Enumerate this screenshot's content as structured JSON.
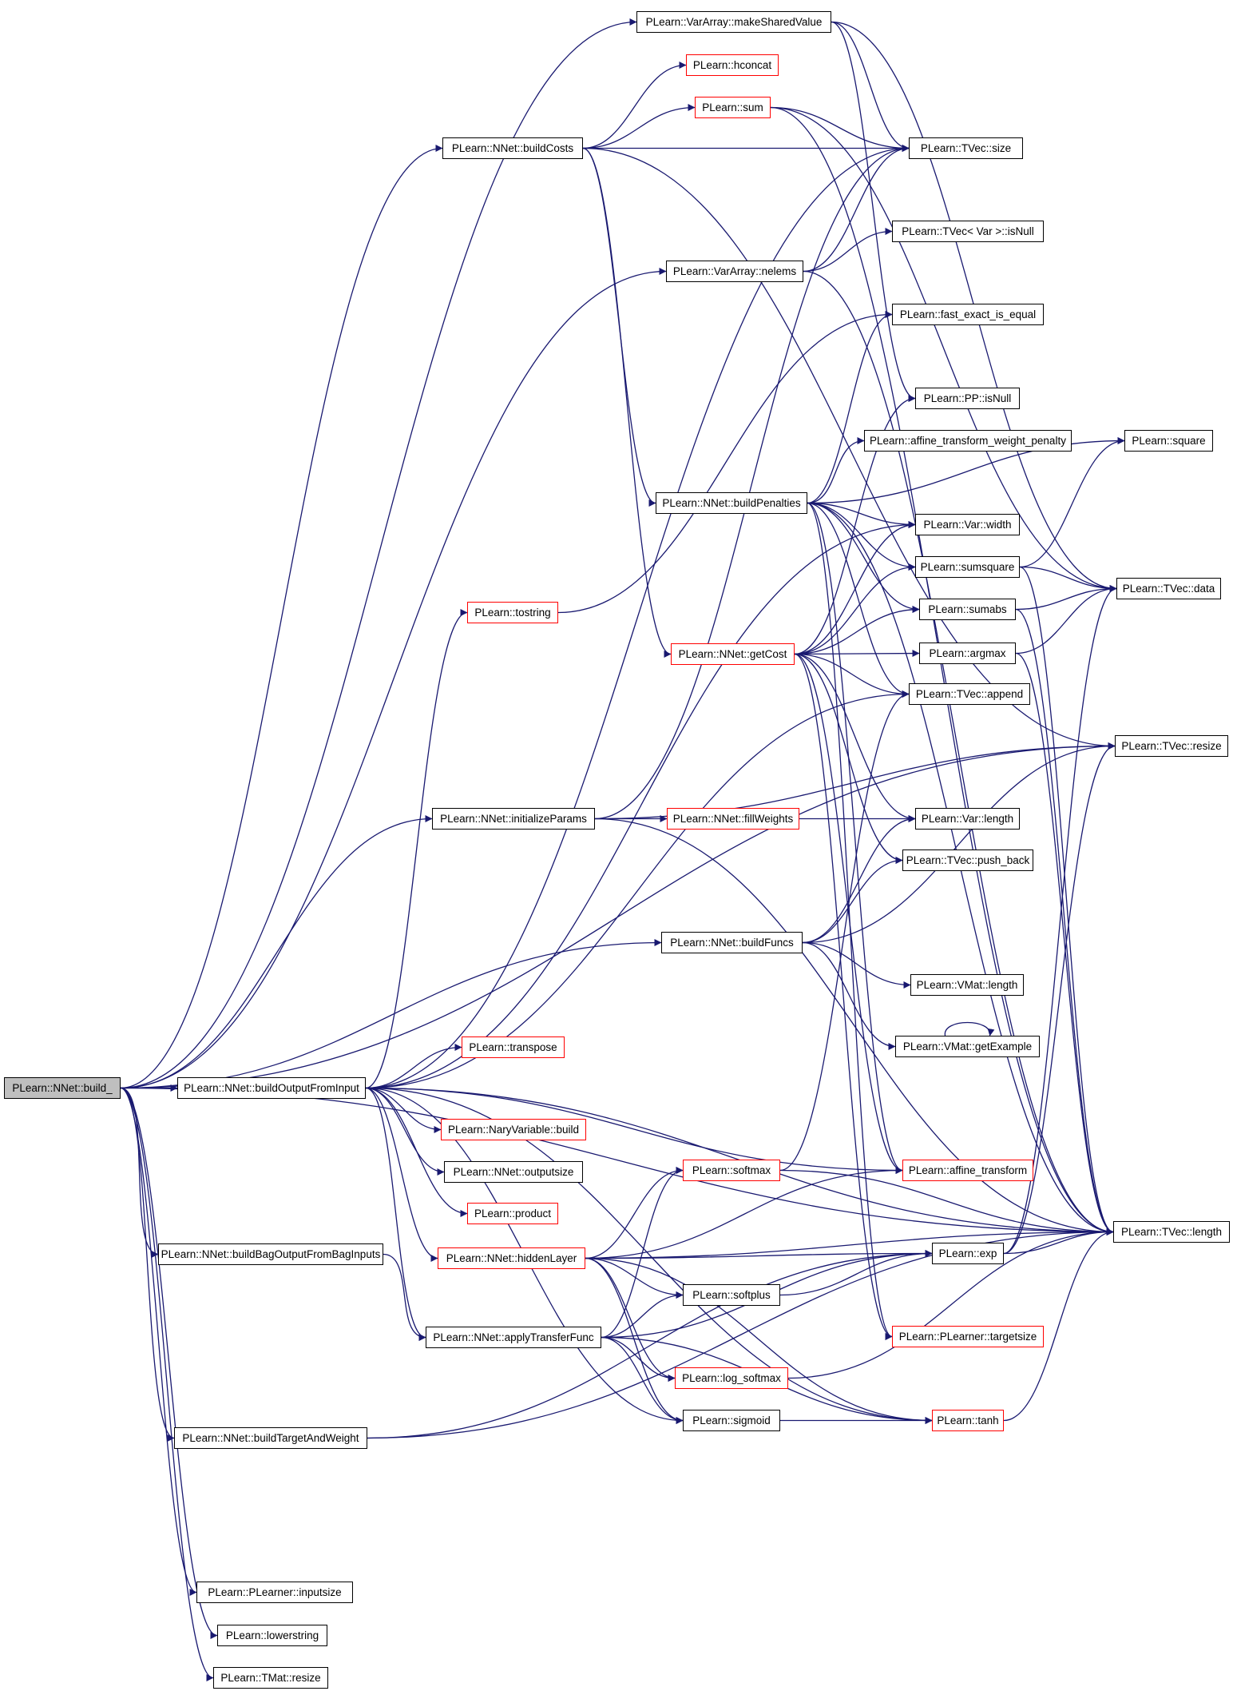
{
  "colors": {
    "edge": "#191970",
    "box_border": "#000000",
    "box_border_documented_elsewhere": "#ff0000",
    "root_fill": "#bfbfbf"
  },
  "nodes": {
    "build": {
      "label": "PLearn::NNet::build_",
      "style": "root"
    },
    "makeSharedValue": {
      "label": "PLearn::VarArray::makeSharedValue",
      "style": "black"
    },
    "hconcat": {
      "label": "PLearn::hconcat",
      "style": "red"
    },
    "sum": {
      "label": "PLearn::sum",
      "style": "red"
    },
    "buildCosts": {
      "label": "PLearn::NNet::buildCosts",
      "style": "black"
    },
    "tvecSize": {
      "label": "PLearn::TVec::size",
      "style": "black"
    },
    "tvecIsNull": {
      "label": "PLearn::TVec< Var >::isNull",
      "style": "black"
    },
    "nelems": {
      "label": "PLearn::VarArray::nelems",
      "style": "black"
    },
    "fastExact": {
      "label": "PLearn::fast_exact_is_equal",
      "style": "black"
    },
    "ppIsNull": {
      "label": "PLearn::PP::isNull",
      "style": "black"
    },
    "square": {
      "label": "PLearn::square",
      "style": "black"
    },
    "affWeightPen": {
      "label": "PLearn::affine_transform_weight_penalty",
      "style": "black"
    },
    "buildPenalties": {
      "label": "PLearn::NNet::buildPenalties",
      "style": "black"
    },
    "varWidth": {
      "label": "PLearn::Var::width",
      "style": "black"
    },
    "sumsquare": {
      "label": "PLearn::sumsquare",
      "style": "black"
    },
    "tvecData": {
      "label": "PLearn::TVec::data",
      "style": "black"
    },
    "sumabs": {
      "label": "PLearn::sumabs",
      "style": "black"
    },
    "tostring": {
      "label": "PLearn::tostring",
      "style": "red"
    },
    "getCost": {
      "label": "PLearn::NNet::getCost",
      "style": "red"
    },
    "argmax": {
      "label": "PLearn::argmax",
      "style": "black"
    },
    "tvecAppend": {
      "label": "PLearn::TVec::append",
      "style": "black"
    },
    "tvecResize": {
      "label": "PLearn::TVec::resize",
      "style": "black"
    },
    "initializeParams": {
      "label": "PLearn::NNet::initializeParams",
      "style": "black"
    },
    "fillWeights": {
      "label": "PLearn::NNet::fillWeights",
      "style": "red"
    },
    "varLength": {
      "label": "PLearn::Var::length",
      "style": "black"
    },
    "pushBack": {
      "label": "PLearn::TVec::push_back",
      "style": "black"
    },
    "buildFuncs": {
      "label": "PLearn::NNet::buildFuncs",
      "style": "black"
    },
    "vmatLength": {
      "label": "PLearn::VMat::length",
      "style": "black"
    },
    "getExample": {
      "label": "PLearn::VMat::getExample",
      "style": "black"
    },
    "transpose": {
      "label": "PLearn::transpose",
      "style": "red"
    },
    "buildOutput": {
      "label": "PLearn::NNet::buildOutputFromInput",
      "style": "black"
    },
    "naryBuild": {
      "label": "PLearn::NaryVariable::build",
      "style": "red"
    },
    "outputsize": {
      "label": "PLearn::NNet::outputsize",
      "style": "black"
    },
    "softmax": {
      "label": "PLearn::softmax",
      "style": "red"
    },
    "affineTransform": {
      "label": "PLearn::affine_transform",
      "style": "red"
    },
    "product": {
      "label": "PLearn::product",
      "style": "red"
    },
    "tvecLength": {
      "label": "PLearn::TVec::length",
      "style": "black"
    },
    "bagOutput": {
      "label": "PLearn::NNet::buildBagOutputFromBagInputs",
      "style": "black"
    },
    "hiddenLayer": {
      "label": "PLearn::NNet::hiddenLayer",
      "style": "red"
    },
    "exp": {
      "label": "PLearn::exp",
      "style": "black"
    },
    "softplus": {
      "label": "PLearn::softplus",
      "style": "black"
    },
    "applyTransfer": {
      "label": "PLearn::NNet::applyTransferFunc",
      "style": "black"
    },
    "targetsize": {
      "label": "PLearn::PLearner::targetsize",
      "style": "red"
    },
    "logSoftmax": {
      "label": "PLearn::log_softmax",
      "style": "red"
    },
    "sigmoid": {
      "label": "PLearn::sigmoid",
      "style": "black"
    },
    "tanh": {
      "label": "PLearn::tanh",
      "style": "red"
    },
    "targetWeight": {
      "label": "PLearn::NNet::buildTargetAndWeight",
      "style": "black"
    },
    "inputsize": {
      "label": "PLearn::PLearner::inputsize",
      "style": "black"
    },
    "lowerstring": {
      "label": "PLearn::lowerstring",
      "style": "black"
    },
    "tmatResize": {
      "label": "PLearn::TMat::resize",
      "style": "black"
    }
  },
  "edges": [
    [
      "build",
      "makeSharedValue"
    ],
    [
      "build",
      "buildCosts"
    ],
    [
      "build",
      "nelems"
    ],
    [
      "build",
      "tvecResize"
    ],
    [
      "build",
      "initializeParams"
    ],
    [
      "build",
      "buildFuncs"
    ],
    [
      "build",
      "buildOutput"
    ],
    [
      "build",
      "bagOutput"
    ],
    [
      "build",
      "targetWeight"
    ],
    [
      "build",
      "inputsize"
    ],
    [
      "build",
      "lowerstring"
    ],
    [
      "build",
      "tmatResize"
    ],
    [
      "build",
      "tvecLength"
    ],
    [
      "makeSharedValue",
      "tvecSize"
    ],
    [
      "makeSharedValue",
      "tvecData"
    ],
    [
      "makeSharedValue",
      "ppIsNull"
    ],
    [
      "buildCosts",
      "hconcat"
    ],
    [
      "buildCosts",
      "sum"
    ],
    [
      "buildCosts",
      "tvecSize"
    ],
    [
      "buildCosts",
      "buildPenalties"
    ],
    [
      "buildCosts",
      "getCost"
    ],
    [
      "buildCosts",
      "tvecResize"
    ],
    [
      "sum",
      "tvecSize"
    ],
    [
      "sum",
      "tvecData"
    ],
    [
      "sum",
      "tvecLength"
    ],
    [
      "nelems",
      "tvecIsNull"
    ],
    [
      "nelems",
      "tvecSize"
    ],
    [
      "nelems",
      "tvecLength"
    ],
    [
      "buildPenalties",
      "affWeightPen"
    ],
    [
      "buildPenalties",
      "varWidth"
    ],
    [
      "buildPenalties",
      "sumsquare"
    ],
    [
      "buildPenalties",
      "sumabs"
    ],
    [
      "buildPenalties",
      "fastExact"
    ],
    [
      "buildPenalties",
      "square"
    ],
    [
      "buildPenalties",
      "tvecAppend"
    ],
    [
      "buildPenalties",
      "tvecLength"
    ],
    [
      "buildPenalties",
      "affineTransform"
    ],
    [
      "buildPenalties",
      "targetsize"
    ],
    [
      "sumsquare",
      "square"
    ],
    [
      "sumsquare",
      "tvecData"
    ],
    [
      "sumsquare",
      "tvecLength"
    ],
    [
      "sumabs",
      "tvecData"
    ],
    [
      "sumabs",
      "tvecLength"
    ],
    [
      "argmax",
      "tvecData"
    ],
    [
      "argmax",
      "tvecLength"
    ],
    [
      "getCost",
      "ppIsNull"
    ],
    [
      "getCost",
      "varWidth"
    ],
    [
      "getCost",
      "sumsquare"
    ],
    [
      "getCost",
      "sumabs"
    ],
    [
      "getCost",
      "argmax"
    ],
    [
      "getCost",
      "tvecAppend"
    ],
    [
      "getCost",
      "varLength"
    ],
    [
      "getCost",
      "pushBack"
    ],
    [
      "getCost",
      "affineTransform"
    ],
    [
      "getCost",
      "targetsize"
    ],
    [
      "tostring",
      "fastExact"
    ],
    [
      "initializeParams",
      "fillWeights"
    ],
    [
      "initializeParams",
      "tvecResize"
    ],
    [
      "initializeParams",
      "tvecSize"
    ],
    [
      "initializeParams",
      "tvecLength"
    ],
    [
      "fillWeights",
      "varLength"
    ],
    [
      "buildFuncs",
      "varLength"
    ],
    [
      "buildFuncs",
      "pushBack"
    ],
    [
      "buildFuncs",
      "vmatLength"
    ],
    [
      "buildFuncs",
      "getExample"
    ],
    [
      "buildFuncs",
      "tvecResize"
    ],
    [
      "getExample",
      "getExample"
    ],
    [
      "buildOutput",
      "transpose"
    ],
    [
      "buildOutput",
      "naryBuild"
    ],
    [
      "buildOutput",
      "outputsize"
    ],
    [
      "buildOutput",
      "product"
    ],
    [
      "buildOutput",
      "hiddenLayer"
    ],
    [
      "buildOutput",
      "applyTransfer"
    ],
    [
      "buildOutput",
      "tostring"
    ],
    [
      "buildOutput",
      "tvecSize"
    ],
    [
      "buildOutput",
      "varWidth"
    ],
    [
      "buildOutput",
      "tvecAppend"
    ],
    [
      "buildOutput",
      "affineTransform"
    ],
    [
      "buildOutput",
      "tvecLength"
    ],
    [
      "buildOutput",
      "sigmoid"
    ],
    [
      "buildOutput",
      "tanh"
    ],
    [
      "hiddenLayer",
      "softmax"
    ],
    [
      "hiddenLayer",
      "exp"
    ],
    [
      "hiddenLayer",
      "softplus"
    ],
    [
      "hiddenLayer",
      "logSoftmax"
    ],
    [
      "hiddenLayer",
      "sigmoid"
    ],
    [
      "hiddenLayer",
      "tanh"
    ],
    [
      "hiddenLayer",
      "affineTransform"
    ],
    [
      "hiddenLayer",
      "tvecLength"
    ],
    [
      "bagOutput",
      "applyTransfer"
    ],
    [
      "applyTransfer",
      "softmax"
    ],
    [
      "applyTransfer",
      "softplus"
    ],
    [
      "applyTransfer",
      "logSoftmax"
    ],
    [
      "applyTransfer",
      "sigmoid"
    ],
    [
      "applyTransfer",
      "tanh"
    ],
    [
      "applyTransfer",
      "exp"
    ],
    [
      "softmax",
      "tvecAppend"
    ],
    [
      "softmax",
      "tvecLength"
    ],
    [
      "exp",
      "tvecData"
    ],
    [
      "exp",
      "tvecResize"
    ],
    [
      "exp",
      "tvecLength"
    ],
    [
      "softplus",
      "exp"
    ],
    [
      "logSoftmax",
      "tvecLength"
    ],
    [
      "sigmoid",
      "tanh"
    ],
    [
      "tanh",
      "tvecLength"
    ],
    [
      "targetWeight",
      "tvecLength"
    ],
    [
      "targetWeight",
      "exp"
    ]
  ]
}
